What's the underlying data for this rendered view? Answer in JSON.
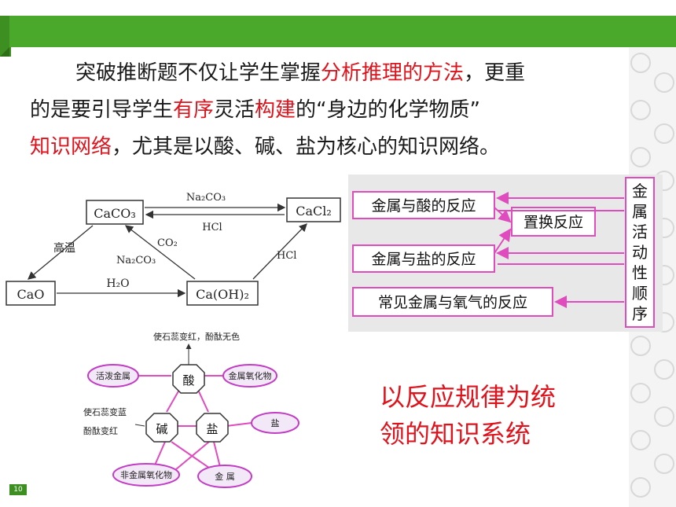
{
  "intro": {
    "line1_a": "突破推断题不仅让学生掌握",
    "line1_b": "分析推理的方法",
    "line1_c": "，更重",
    "line2_a": "的是要引导学生",
    "line2_b": "有序",
    "line2_c": "灵活",
    "line2_d": "构建",
    "line2_e": "的“身边的化学物质”",
    "line3_a": "知识网络",
    "line3_b": "，尤其是以酸、碱、盐为核心的知识网络。"
  },
  "calcium_diagram": {
    "caco3": "CaCO₃",
    "cacl2": "CaCl₂",
    "cao": "CaO",
    "caoh2": "Ca(OH)₂",
    "na2co3_top": "Na₂CO₃",
    "hcl_top": "HCl",
    "gaowen": "高温",
    "co2": "CO₂",
    "na2co3_mid": "Na₂CO₃",
    "hcl_right": "HCl",
    "h2o": "H₂O"
  },
  "metal_diagram": {
    "box_acid": "金属与酸的反应",
    "box_salt": "金属与盐的反应",
    "box_oxygen": "常见金属与氧气的反应",
    "box_replace": "置换反应",
    "vertical": [
      "金",
      "属",
      "活",
      "动",
      "性",
      "顺",
      "序"
    ]
  },
  "acid_diagram": {
    "top_note": "使石蕊变红，酚酞无色",
    "acid": "酸",
    "base": "碱",
    "salt": "盐",
    "active_metal": "活泼金属",
    "metal_oxide": "金属氧化物",
    "salt_oval": "盐",
    "nonmetal_oxide": "非金属氧化物",
    "metal": "金  属",
    "base_note1": "使石蕊变蓝",
    "base_note2": "酚酞变红"
  },
  "summary": {
    "line1": "以反应规律为统",
    "line2": "领的知识系统"
  },
  "page_number": "10",
  "colors": {
    "green": "#4aa82a",
    "red": "#e0121b",
    "pink": "#e04bbd",
    "oval_fill": "#f3e8f7"
  }
}
